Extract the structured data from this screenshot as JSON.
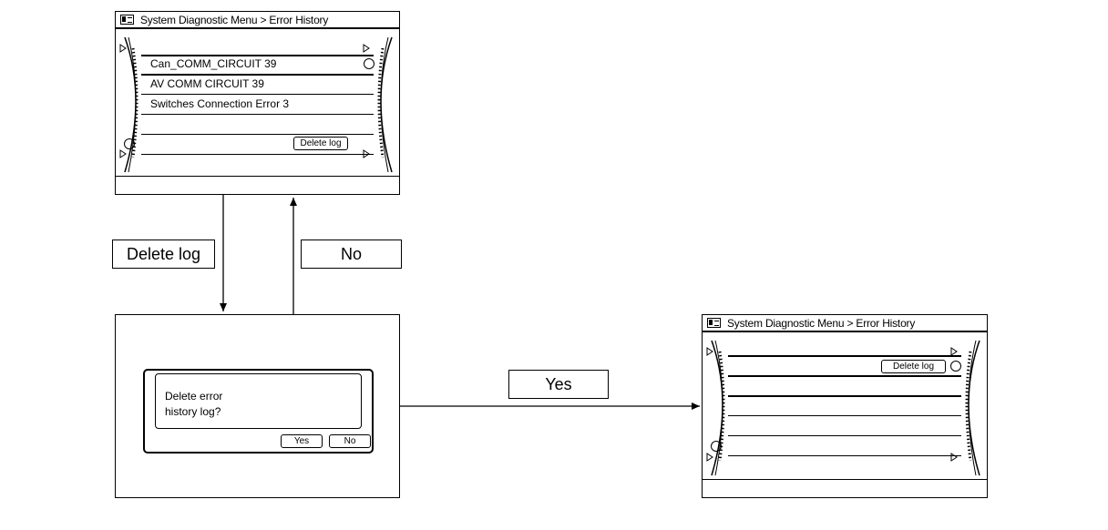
{
  "screen1": {
    "title": "System Diagnostic Menu > Error History",
    "items": [
      "Can_COMM_CIRCUIT 39",
      "AV COMM CIRCUIT 39",
      "Switches Connection Error 3"
    ],
    "delete_button": "Delete log"
  },
  "flow": {
    "delete_label": "Delete log",
    "no_label": "No",
    "yes_label": "Yes"
  },
  "dialog": {
    "message_line1": "Delete error",
    "message_line2": "history log?",
    "yes_button": "Yes",
    "no_button": "No"
  },
  "screen3": {
    "title": "System Diagnostic Menu > Error History",
    "delete_button": "Delete log"
  }
}
